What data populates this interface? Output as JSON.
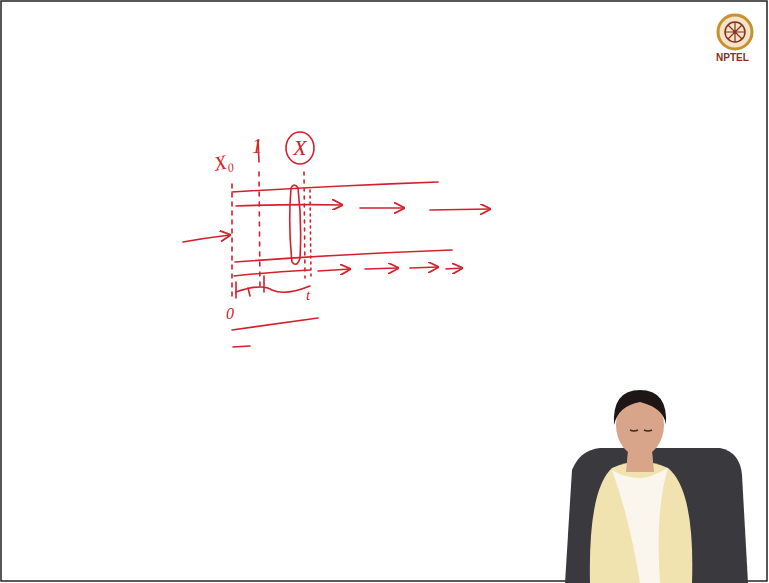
{
  "diagram": {
    "nodes": [
      {
        "text": [
          "X"
        ]
      }
    ],
    "labels": [
      "X₀",
      "1",
      "0",
      "t",
      "NPTEL"
    ]
  }
}
